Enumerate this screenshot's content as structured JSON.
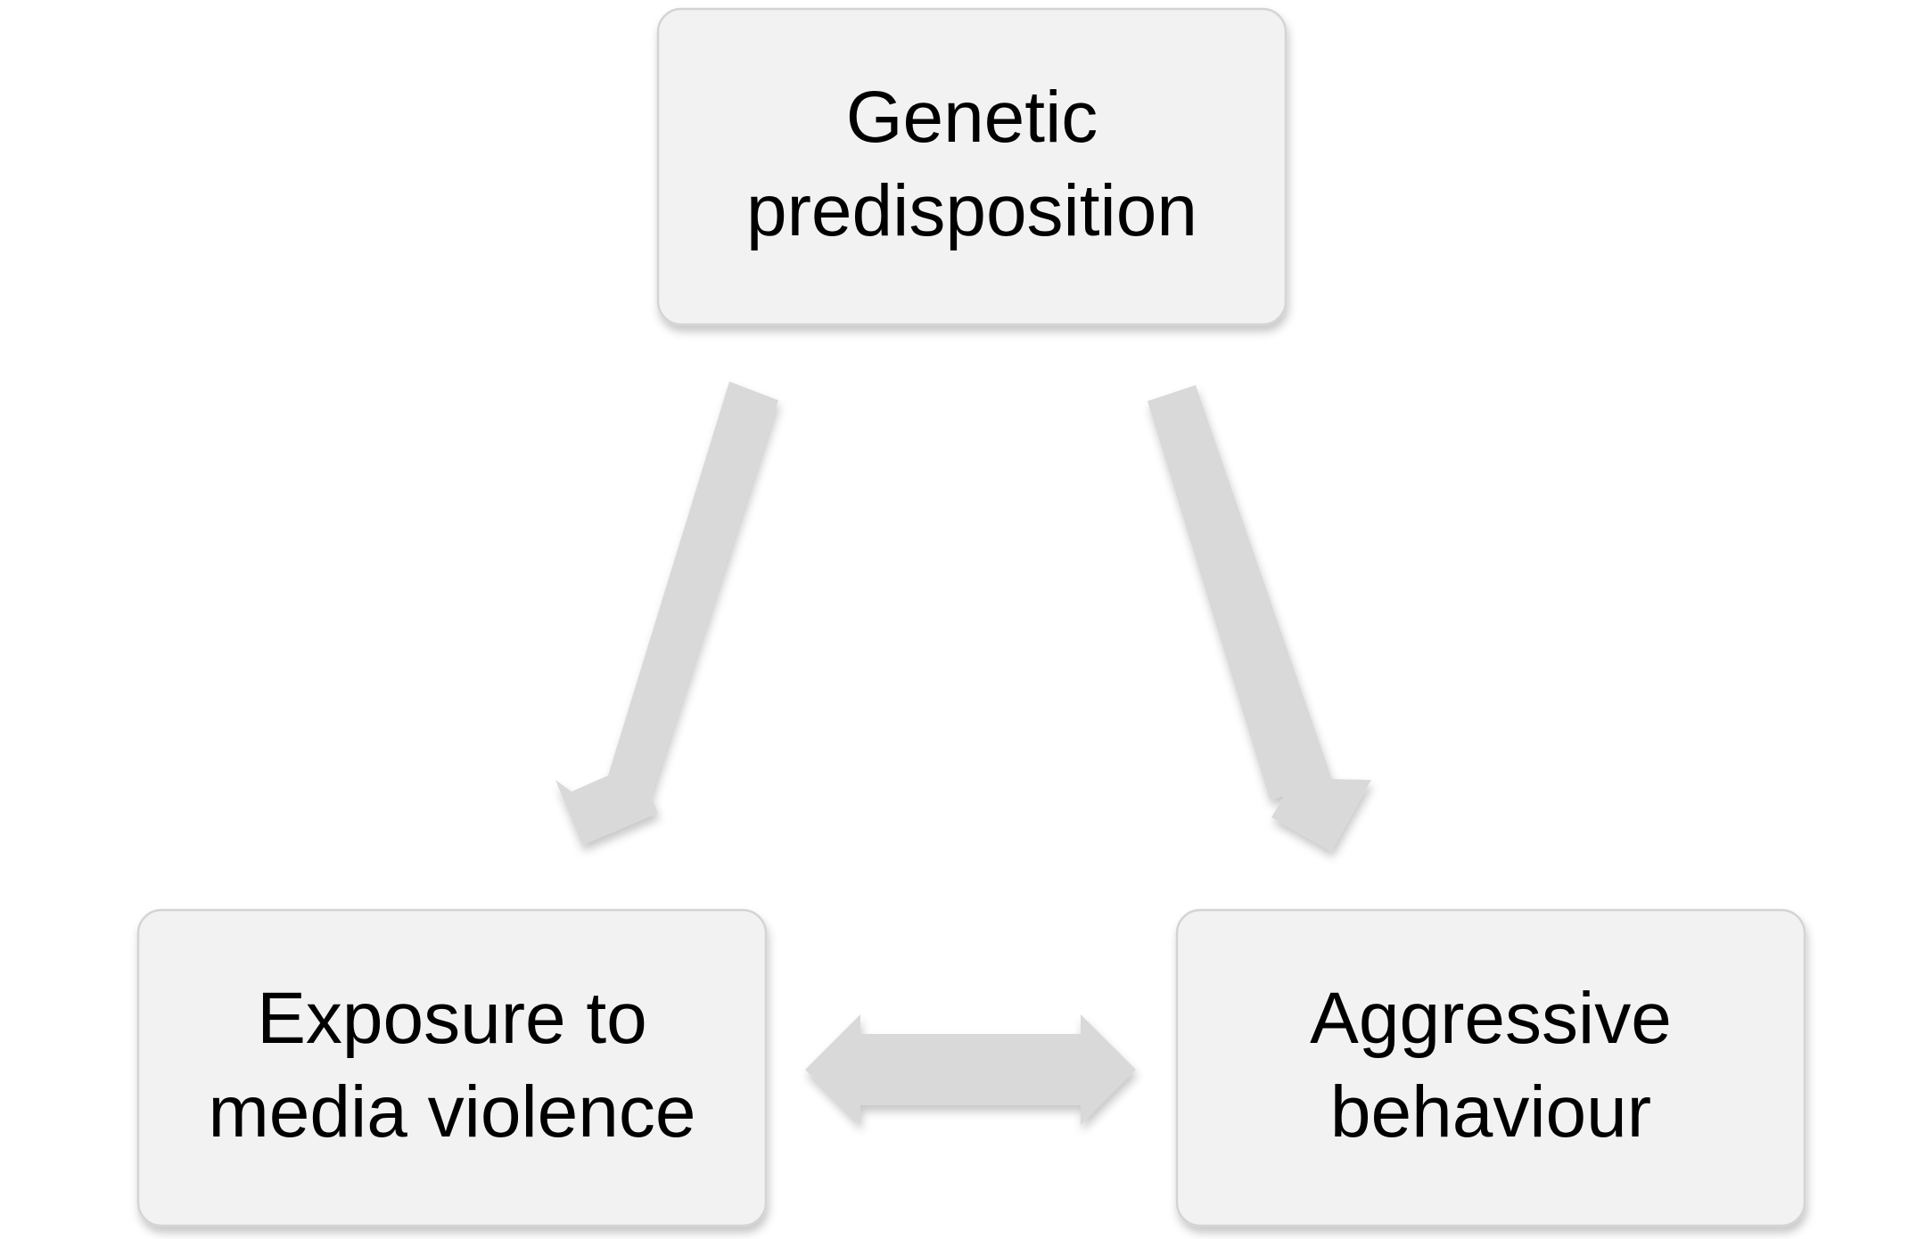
{
  "nodes": {
    "genetic": {
      "line1": "Genetic",
      "line2": "predisposition"
    },
    "exposure": {
      "line1": "Exposure to",
      "line2": "media violence"
    },
    "aggressive": {
      "line1": "Aggressive",
      "line2": "behaviour"
    }
  },
  "edges": [
    {
      "from": "Genetic predisposition",
      "to": "Exposure to media violence",
      "direction": "one-way"
    },
    {
      "from": "Genetic predisposition",
      "to": "Aggressive behaviour",
      "direction": "one-way"
    },
    {
      "from": "Exposure to media violence",
      "to": "Aggressive behaviour",
      "direction": "two-way"
    }
  ],
  "colors": {
    "box_fill": "#f2f2f2",
    "box_border": "#d4d4d4",
    "arrow_fill": "#d9d9d9",
    "text": "#000000"
  }
}
